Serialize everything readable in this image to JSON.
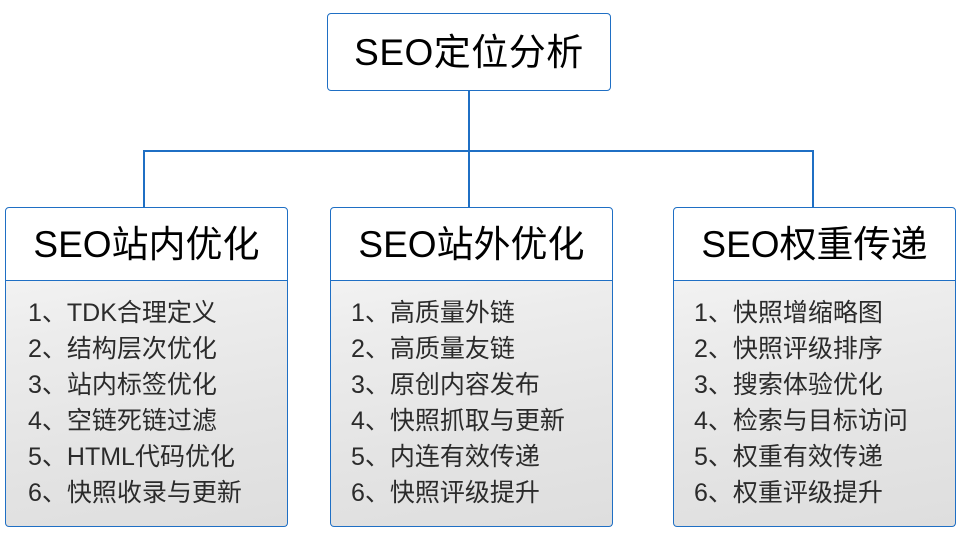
{
  "diagram": {
    "root": {
      "label": "SEO定位分析"
    },
    "accent_color": "#1F6FC4",
    "columns": [
      {
        "title": "SEO站内优化",
        "items": [
          "1、TDK合理定义",
          "2、结构层次优化",
          "3、站内标签优化",
          "4、空链死链过滤",
          "5、HTML代码优化",
          "6、快照收录与更新"
        ]
      },
      {
        "title": "SEO站外优化",
        "items": [
          "1、高质量外链",
          "2、高质量友链",
          "3、原创内容发布",
          "4、快照抓取与更新",
          "5、内连有效传递",
          "6、快照评级提升"
        ]
      },
      {
        "title": "SEO权重传递",
        "items": [
          "1、快照增缩略图",
          "2、快照评级排序",
          "3、搜索体验优化",
          "4、检索与目标访问",
          "5、权重有效传递",
          "6、权重评级提升"
        ]
      }
    ]
  }
}
